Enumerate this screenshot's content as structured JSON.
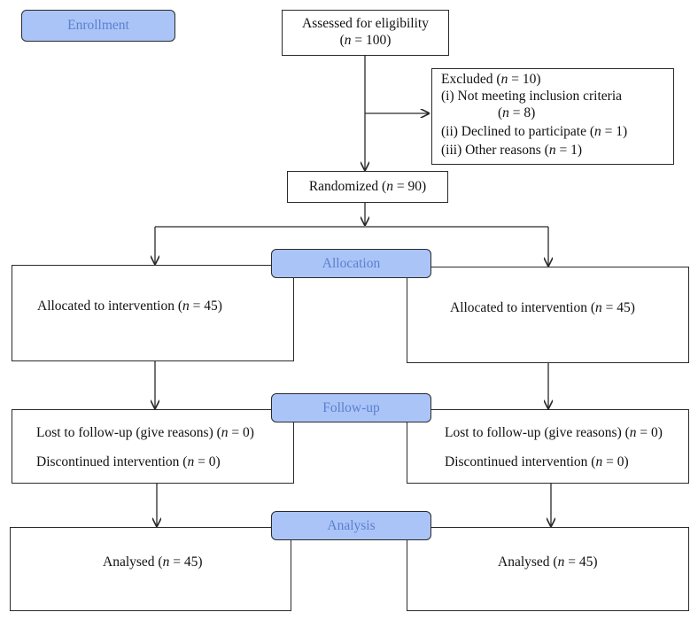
{
  "stages": {
    "enrollment": "Enrollment",
    "allocation": "Allocation",
    "followup": "Follow-up",
    "analysis": "Analysis"
  },
  "assessed": {
    "label": "Assessed for eligibility",
    "n": "(n = 100)"
  },
  "excluded": {
    "title": "Excluded (n = 10)",
    "reason1": "(i) Not meeting inclusion criteria",
    "reason1_n": "(n = 8)",
    "reason2": "(ii) Declined to participate (n = 1)",
    "reason3": "(iii) Other reasons (n = 1)"
  },
  "randomized": "Randomized (n = 90)",
  "left": {
    "allocated": "Allocated to intervention (n = 45)",
    "lost": "Lost to follow-up (give reasons) (n = 0)",
    "discontinued": "Discontinued intervention (n = 0)",
    "analysed": "Analysed (n = 45)"
  },
  "right": {
    "allocated": "Allocated to intervention (n = 45)",
    "lost": "Lost to follow-up (give reasons) (n = 0)",
    "discontinued": "Discontinued intervention (n = 0)",
    "analysed": "Analysed (n = 45)"
  }
}
